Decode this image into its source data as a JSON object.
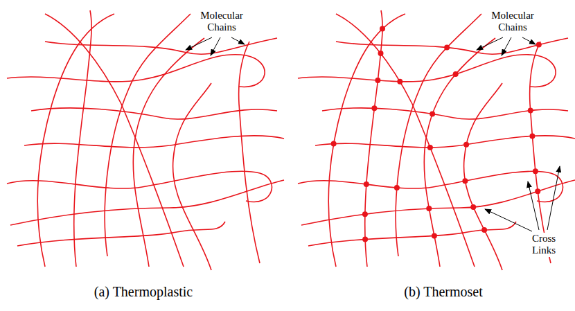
{
  "diagram": {
    "labels": [
      "Molecular Chains",
      "Molecular Chains",
      "Cross Links",
      "(a) Thermoplastic",
      "(b) Thermoset"
    ]
  }
}
